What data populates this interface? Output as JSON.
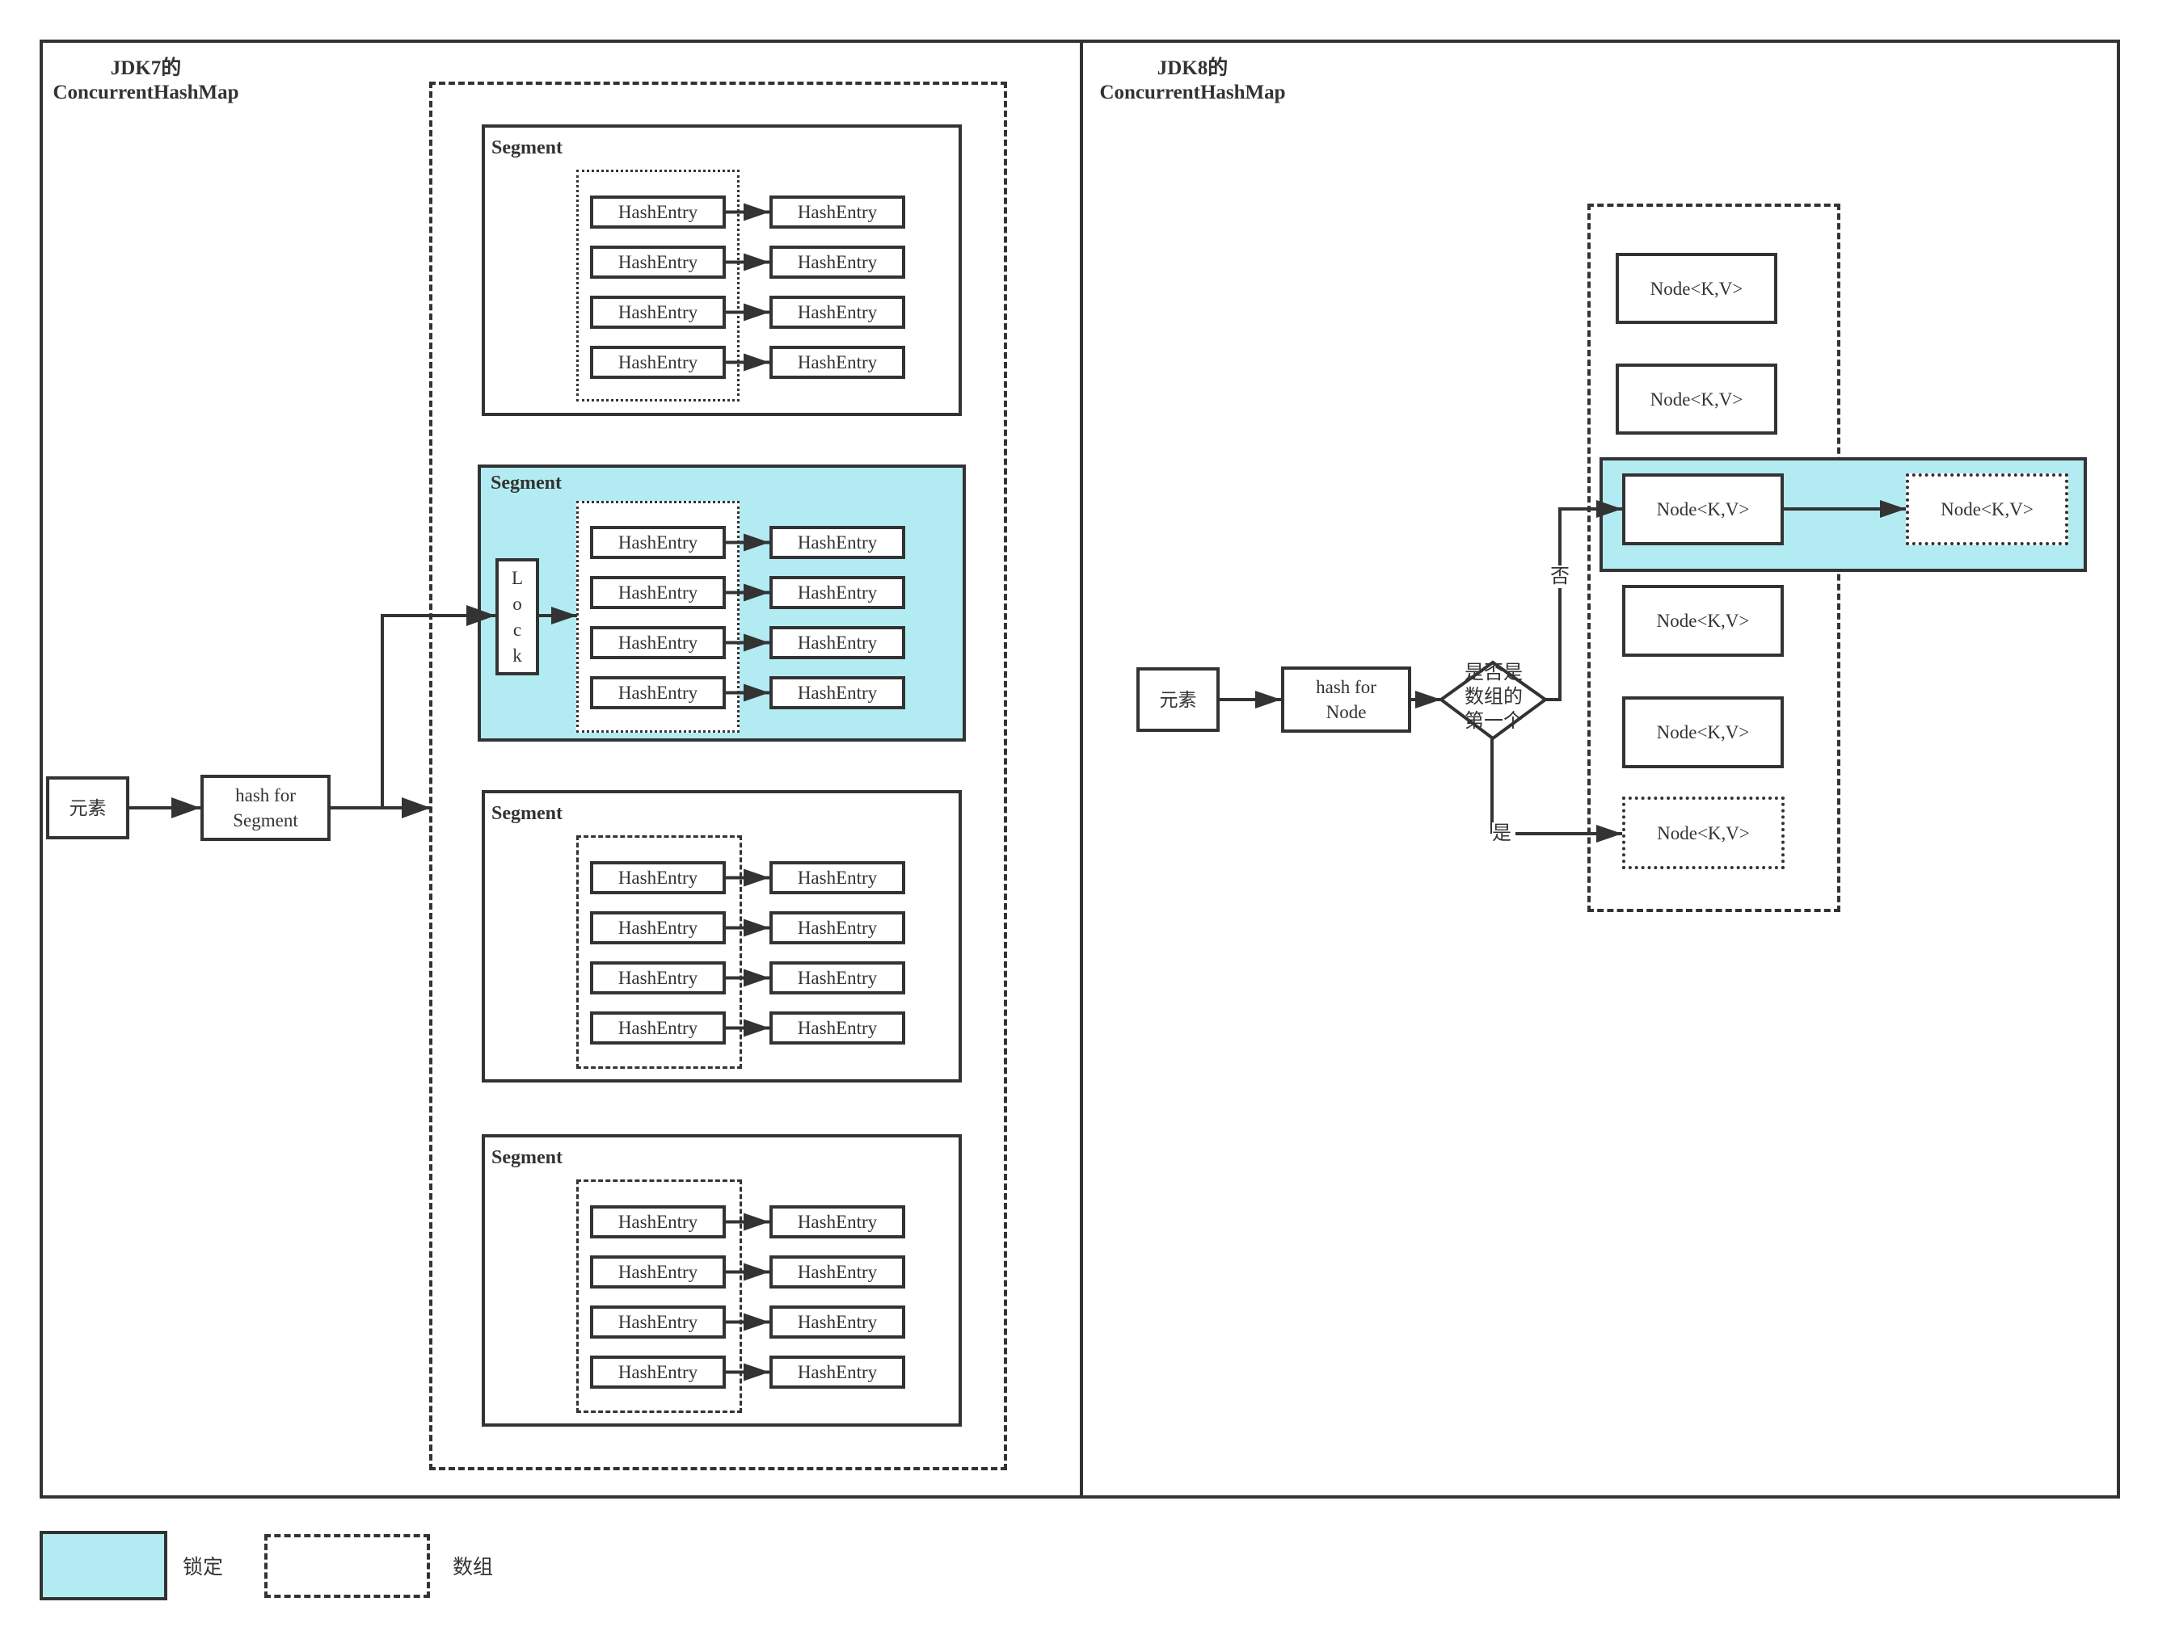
{
  "colors": {
    "locked": "#b2ebf2",
    "stroke": "#333333"
  },
  "jdk7": {
    "title_line1": "JDK7的",
    "title_line2": "ConcurrentHashMap",
    "element_label": "元素",
    "hash_label_line1": "hash for",
    "hash_label_line2": "Segment",
    "lock_letters": [
      "L",
      "o",
      "c",
      "k"
    ],
    "segments": [
      {
        "label": "Segment",
        "locked": false,
        "array_style": "dotted",
        "rows": [
          [
            "HashEntry",
            "HashEntry"
          ],
          [
            "HashEntry",
            "HashEntry"
          ],
          [
            "HashEntry",
            "HashEntry"
          ],
          [
            "HashEntry",
            "HashEntry"
          ]
        ]
      },
      {
        "label": "Segment",
        "locked": true,
        "array_style": "dotted",
        "rows": [
          [
            "HashEntry",
            "HashEntry"
          ],
          [
            "HashEntry",
            "HashEntry"
          ],
          [
            "HashEntry",
            "HashEntry"
          ],
          [
            "HashEntry",
            "HashEntry"
          ]
        ]
      },
      {
        "label": "Segment",
        "locked": false,
        "array_style": "dashed",
        "rows": [
          [
            "HashEntry",
            "HashEntry"
          ],
          [
            "HashEntry",
            "HashEntry"
          ],
          [
            "HashEntry",
            "HashEntry"
          ],
          [
            "HashEntry",
            "HashEntry"
          ]
        ]
      },
      {
        "label": "Segment",
        "locked": false,
        "array_style": "dashed",
        "rows": [
          [
            "HashEntry",
            "HashEntry"
          ],
          [
            "HashEntry",
            "HashEntry"
          ],
          [
            "HashEntry",
            "HashEntry"
          ],
          [
            "HashEntry",
            "HashEntry"
          ]
        ]
      }
    ]
  },
  "jdk8": {
    "title_line1": "JDK8的",
    "title_line2": "ConcurrentHashMap",
    "element_label": "元素",
    "hash_label_line1": "hash for",
    "hash_label_line2": "Node",
    "decision_line1": "是否是",
    "decision_line2": "数组的",
    "decision_line3": "第一个",
    "no_label": "否",
    "yes_label": "是",
    "nodes": [
      "Node<K,V>",
      "Node<K,V>",
      "Node<K,V>",
      "Node<K,V>",
      "Node<K,V>",
      "Node<K,V>"
    ],
    "chained_node": "Node<K,V>"
  },
  "legend": {
    "locked_label": "锁定",
    "array_label": "数组"
  }
}
